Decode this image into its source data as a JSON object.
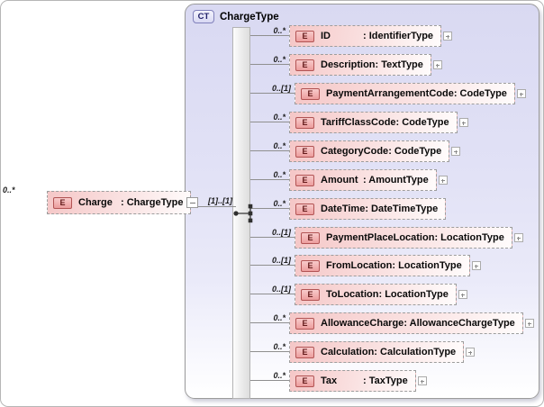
{
  "diagram": {
    "root_element": {
      "tag": "E",
      "cardinality": "0..*",
      "name": "Charge",
      "type": ": ChargeType",
      "occurrence": "[1]..[1]"
    },
    "complex_type": {
      "badge": "CT",
      "title": "ChargeType",
      "compositor": "sequence",
      "children": [
        {
          "tag": "E",
          "cardinality": "0..*",
          "name": "ID",
          "type": ": IdentifierType",
          "expandable": true
        },
        {
          "tag": "E",
          "cardinality": "0..*",
          "name": "Description",
          "type": ": TextType",
          "expandable": true
        },
        {
          "tag": "E",
          "cardinality": "0..[1]",
          "name": "PaymentArrangementCode",
          "type": ": CodeType",
          "expandable": true
        },
        {
          "tag": "E",
          "cardinality": "0..*",
          "name": "TariffClassCode",
          "type": ": CodeType",
          "expandable": true
        },
        {
          "tag": "E",
          "cardinality": "0..*",
          "name": "CategoryCode",
          "type": ": CodeType",
          "expandable": true
        },
        {
          "tag": "E",
          "cardinality": "0..*",
          "name": "Amount",
          "type": ": AmountType",
          "expandable": true
        },
        {
          "tag": "E",
          "cardinality": "0..*",
          "name": "DateTime",
          "type": ": DateTimeType",
          "expandable": false
        },
        {
          "tag": "E",
          "cardinality": "0..[1]",
          "name": "PaymentPlaceLocation",
          "type": ": LocationType",
          "expandable": true
        },
        {
          "tag": "E",
          "cardinality": "0..[1]",
          "name": "FromLocation",
          "type": ": LocationType",
          "expandable": true
        },
        {
          "tag": "E",
          "cardinality": "0..[1]",
          "name": "ToLocation",
          "type": ": LocationType",
          "expandable": true
        },
        {
          "tag": "E",
          "cardinality": "0..*",
          "name": "AllowanceCharge",
          "type": ": AllowanceChargeType",
          "expandable": true
        },
        {
          "tag": "E",
          "cardinality": "0..*",
          "name": "Calculation",
          "type": ": CalculationType",
          "expandable": true
        },
        {
          "tag": "E",
          "cardinality": "0..*",
          "name": "Tax",
          "type": ": TaxType",
          "expandable": true
        }
      ]
    },
    "colors": {
      "container_fill_top": "#d9d9f2",
      "container_border": "#9b9b9b",
      "element_fill": "#f5c7c7",
      "element_badge_border": "#b25454",
      "ct_badge_border": "#8080bb",
      "connector_line": "#8f8f8f"
    }
  }
}
